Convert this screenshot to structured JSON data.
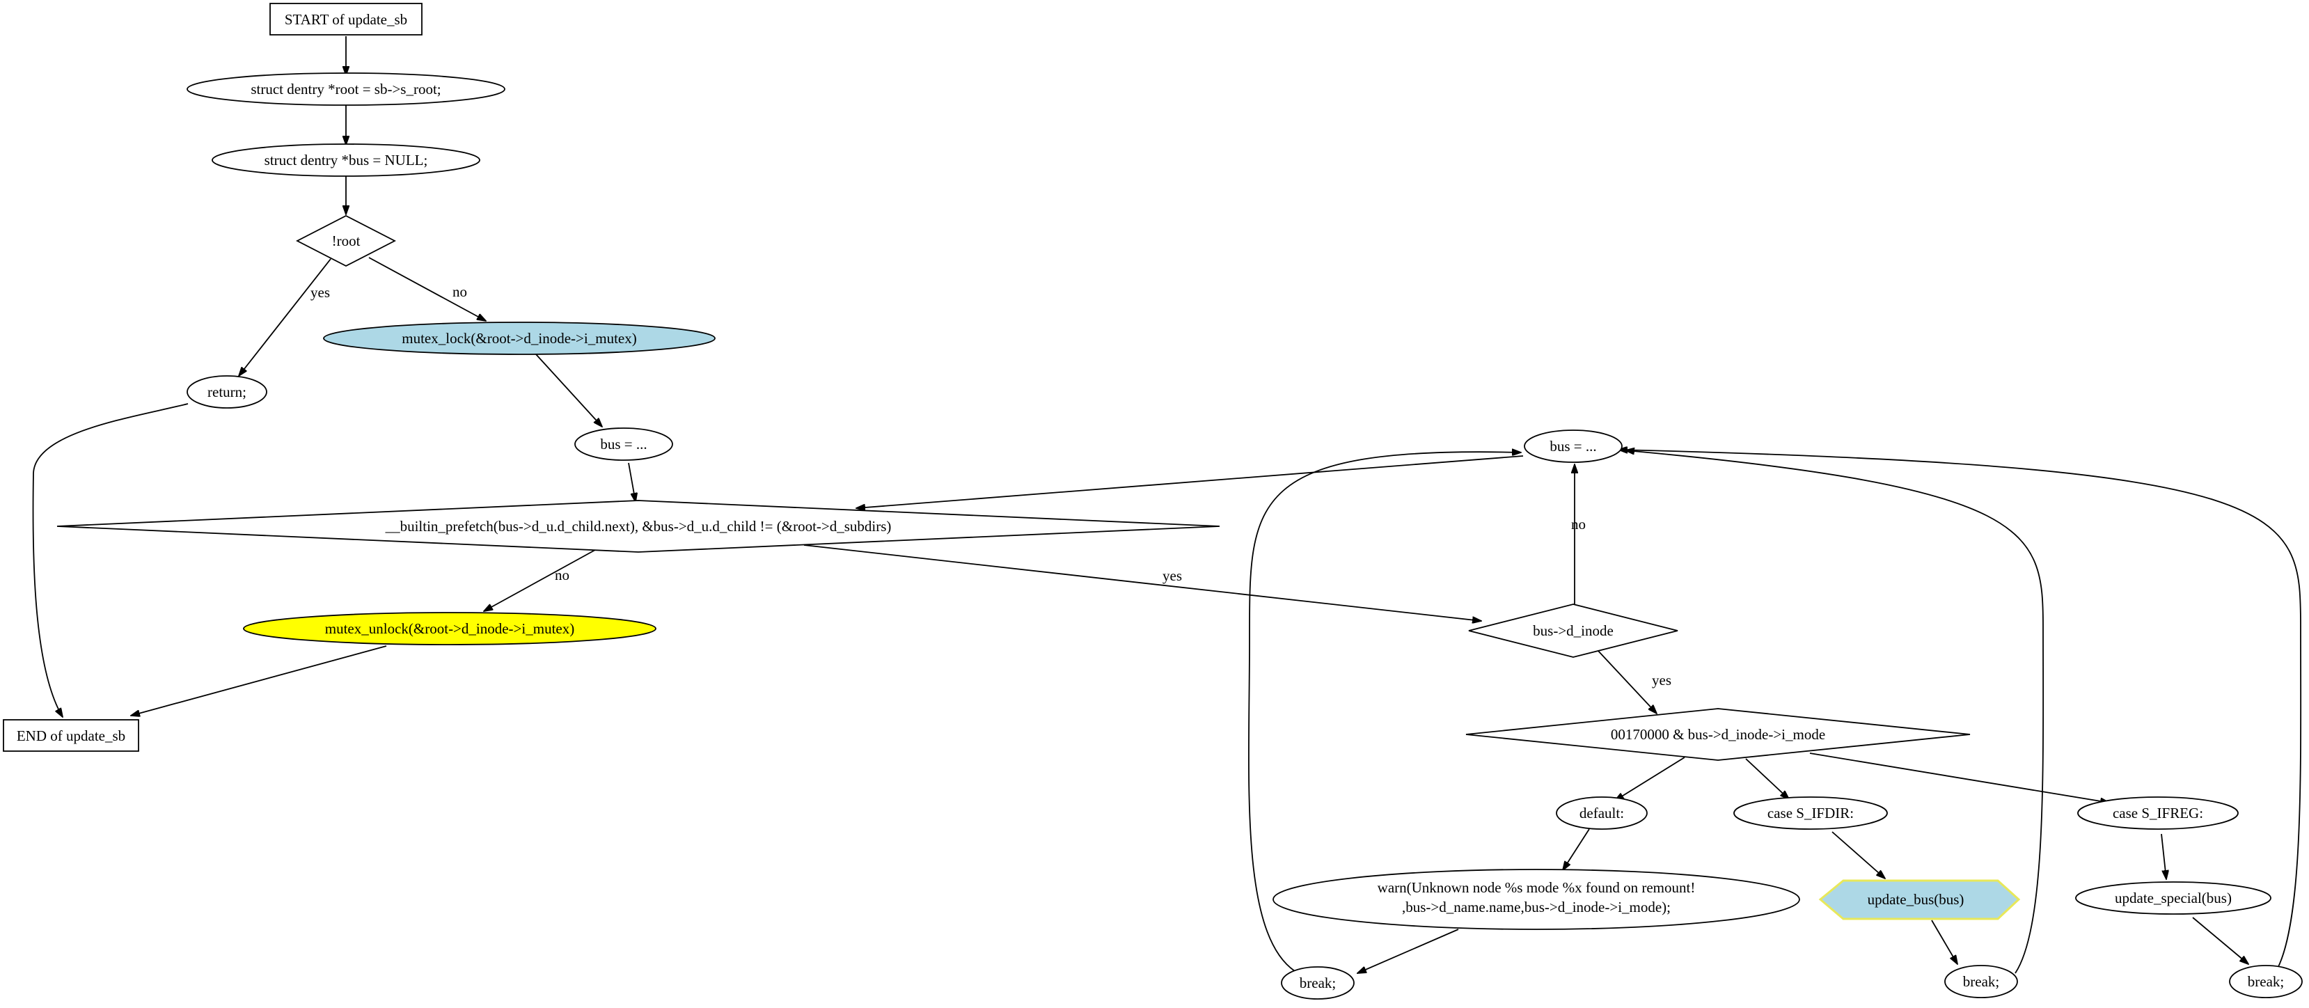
{
  "nodes": {
    "start": "START of update_sb",
    "decl_root": "struct dentry *root = sb->s_root;",
    "decl_bus": "struct dentry *bus = NULL;",
    "not_root": "!root",
    "ret": "return;",
    "mutex_lock": "mutex_lock(&root->d_inode->i_mutex)",
    "bus_assign_1": "bus = ...",
    "loop_cond": "__builtin_prefetch(bus->d_u.d_child.next), &bus->d_u.d_child != (&root->d_subdirs)",
    "mutex_unlock": "mutex_unlock(&root->d_inode->i_mutex)",
    "end": "END of update_sb",
    "bus_assign_2": "bus = ...",
    "has_inode": "bus->d_inode",
    "switch_mode": "00170000 & bus->d_inode->i_mode",
    "default_case": "default:",
    "case_dir": "case S_IFDIR:",
    "case_reg": "case S_IFREG:",
    "warn_line1": "warn(Unknown node %s mode %x found on remount!",
    "warn_line2": ",bus->d_name.name,bus->d_inode->i_mode);",
    "update_bus": "update_bus(bus)",
    "update_special": "update_special(bus)",
    "break_1": "break;",
    "break_2": "break;",
    "break_3": "break;"
  },
  "edge_labels": {
    "root_yes": "yes",
    "root_no": "no",
    "loop_no": "no",
    "loop_yes": "yes",
    "inode_no": "no",
    "inode_yes": "yes"
  },
  "colors": {
    "light_blue": "#add8e6",
    "yellow": "#ffff00",
    "hex_border": "#ffff00"
  }
}
